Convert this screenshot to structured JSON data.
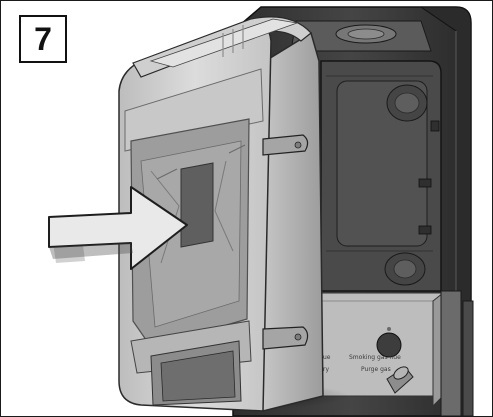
{
  "step": {
    "number": "7"
  },
  "panel_labels": {
    "line1": "Smoking gas flue",
    "line2": "Purge gas",
    "left1": "ue",
    "left2": "ry"
  },
  "colors": {
    "cover_light": "#d6d6d6",
    "cover_mid": "#b9b9b9",
    "cover_dark": "#8a8a8a",
    "housing_dark": "#3b3b3b",
    "housing_mid": "#4d4d4d",
    "arrow_fill": "#e8e8e8",
    "arrow_stroke": "#222222"
  }
}
